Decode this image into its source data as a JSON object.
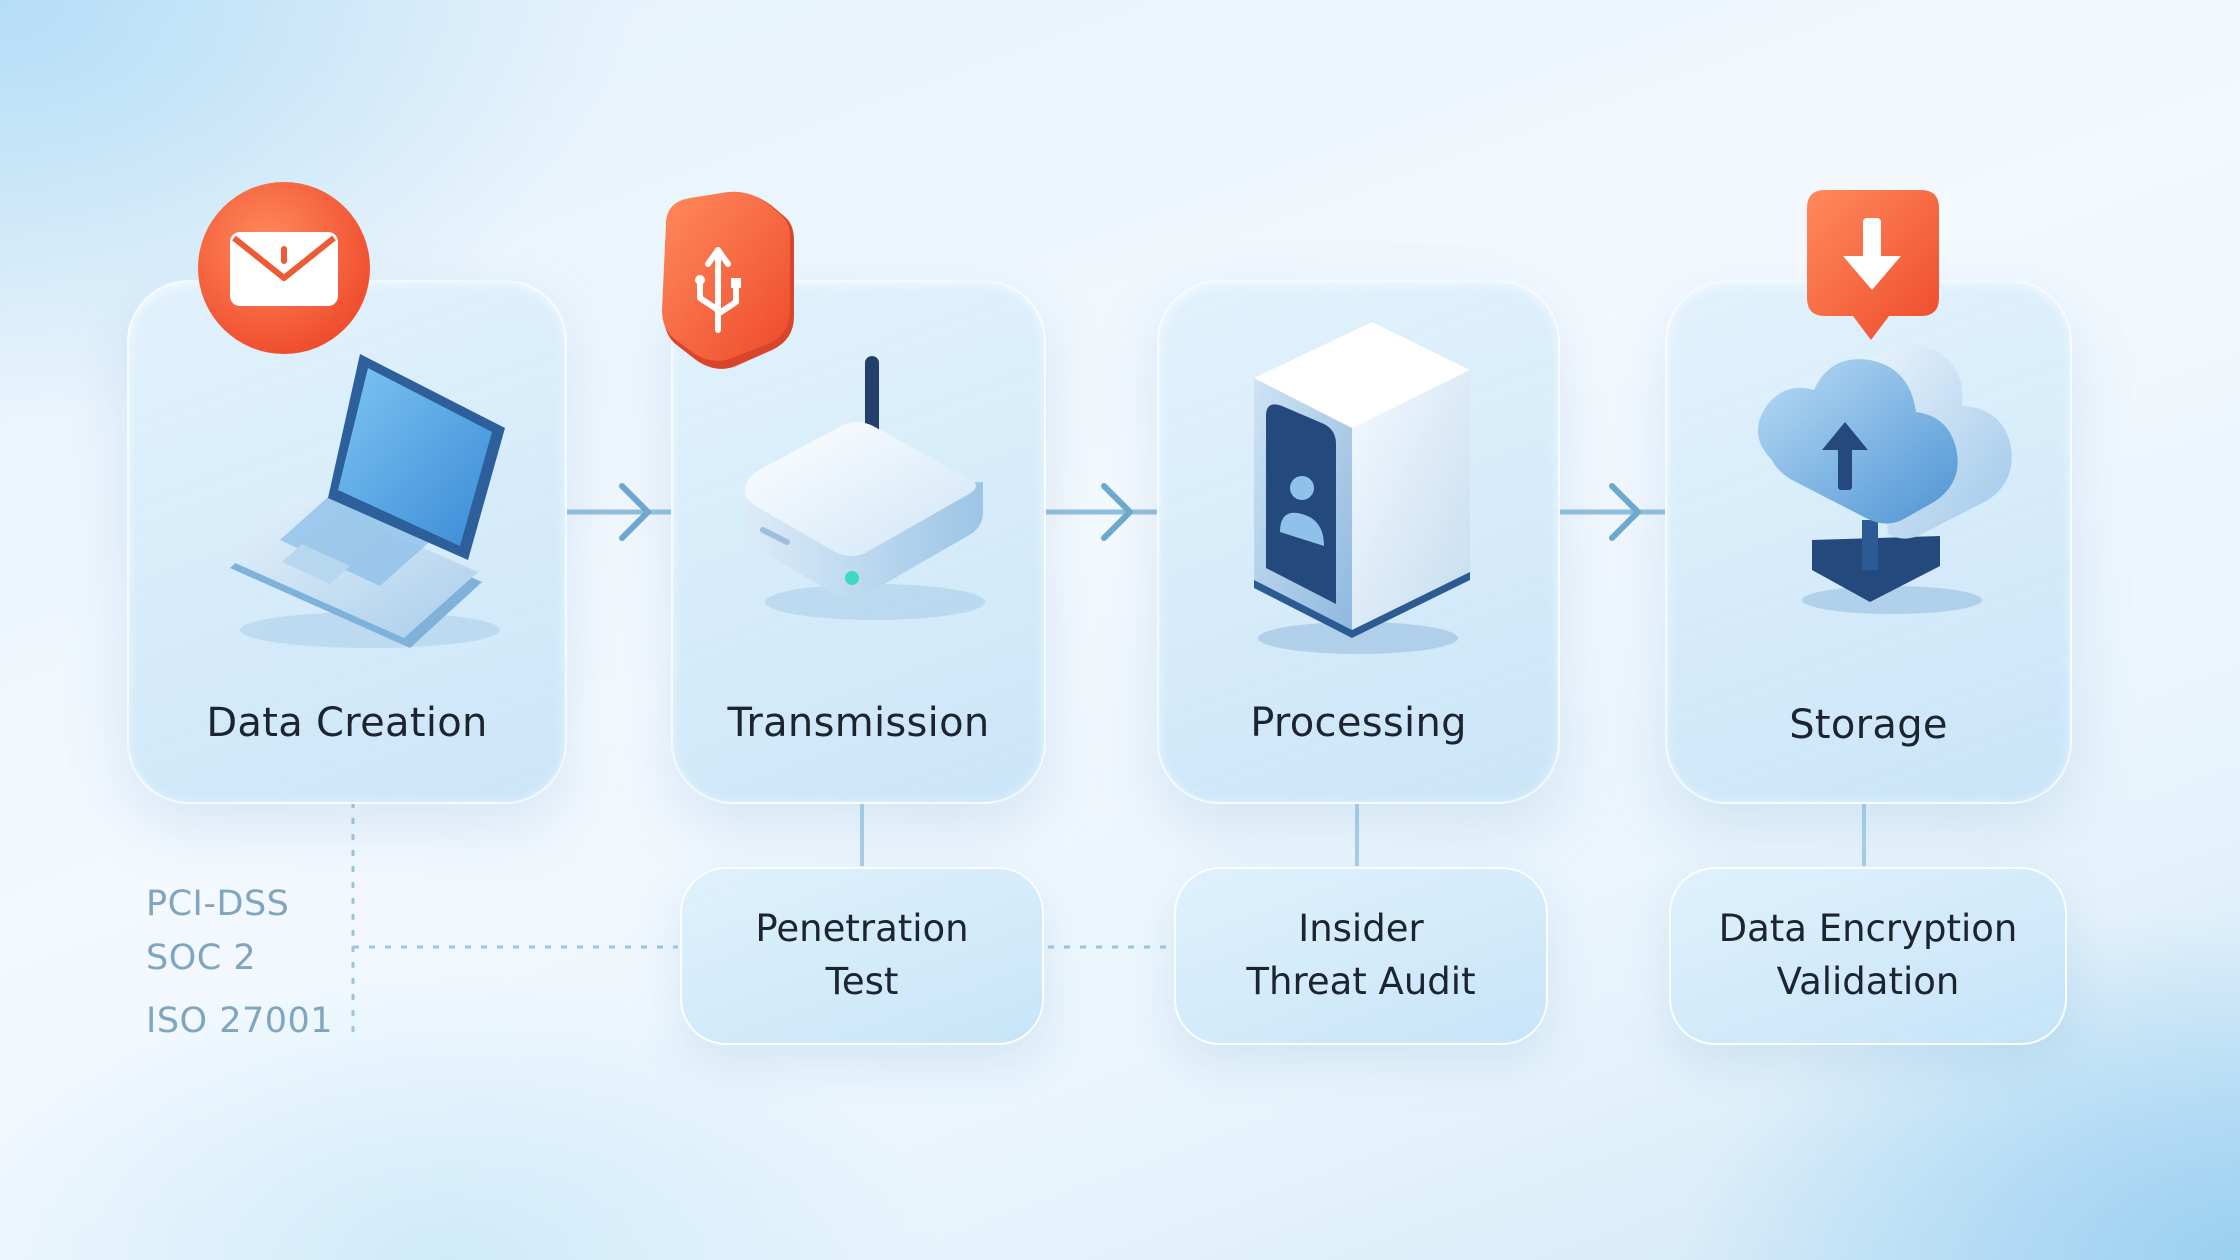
{
  "stages": [
    {
      "label": "Data Creation",
      "icon": "laptop-icon",
      "badge": "envelope-icon"
    },
    {
      "label": "Transmission",
      "icon": "router-icon",
      "badge": "usb-icon"
    },
    {
      "label": "Processing",
      "icon": "server-icon",
      "badge": null
    },
    {
      "label": "Storage",
      "icon": "cloud-icon",
      "badge": "download-icon"
    }
  ],
  "checks": [
    {
      "line1": "Penetration",
      "line2": "Test"
    },
    {
      "line1": "Insider",
      "line2": "Threat Audit"
    },
    {
      "line1": "Data Encryption",
      "line2": "Validation"
    }
  ],
  "compliance": [
    "PCI-DSS",
    "SOC 2",
    "ISO 27001"
  ],
  "colors": {
    "accent_orange": "#f4623c",
    "card_blue": "#cfe6f8",
    "connector": "#8fbfdc",
    "compliance_text": "#7fa5bf",
    "text": "#1c2430"
  }
}
